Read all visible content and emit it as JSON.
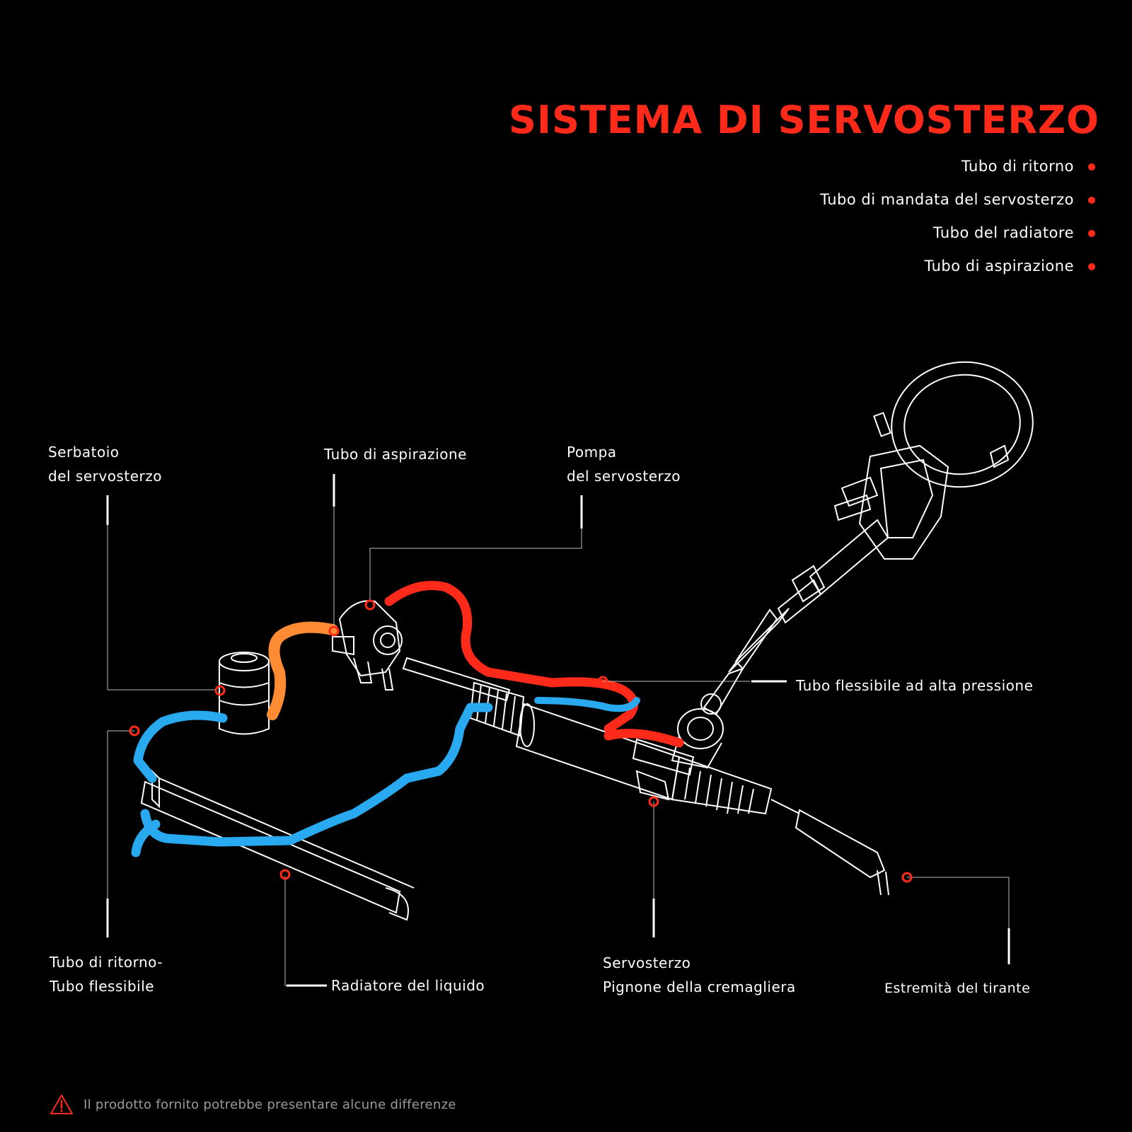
{
  "title": "SISTEMA DI SERVOSTERZO",
  "legend": [
    {
      "label": "Tubo di ritorno",
      "color": "#ff2a1a"
    },
    {
      "label": "Tubo di mandata del servosterzo",
      "color": "#ff2a1a"
    },
    {
      "label": "Tubo del radiatore",
      "color": "#ff2a1a"
    },
    {
      "label": "Tubo di aspirazione",
      "color": "#ff2a1a"
    }
  ],
  "labels": {
    "reservoir": [
      "Serbatoio",
      "del servosterzo"
    ],
    "suction_hose": [
      "Tubo di aspirazione"
    ],
    "pump": [
      "Pompa",
      "del servosterzo"
    ],
    "high_pressure_hose": [
      "Tubo flessibile ad alta pressione"
    ],
    "return_hose": [
      "Tubo di ritorno-",
      "Tubo flessibile"
    ],
    "cooler": [
      "Radiatore del liquido"
    ],
    "rack_pinion": [
      "Servosterzo",
      "Pignone della cremagliera"
    ],
    "tie_rod_end": [
      "Estremità del tirante"
    ]
  },
  "colors": {
    "accent": "#ff2a1a",
    "return_hose": "#29aaf0",
    "suction_hose": "#ff8c33",
    "pressure_hose": "#ff2a1a",
    "outline": "#ffffff"
  },
  "footer": {
    "icon": "warning-icon",
    "text": "Il prodotto fornito potrebbe presentare alcune differenze"
  }
}
